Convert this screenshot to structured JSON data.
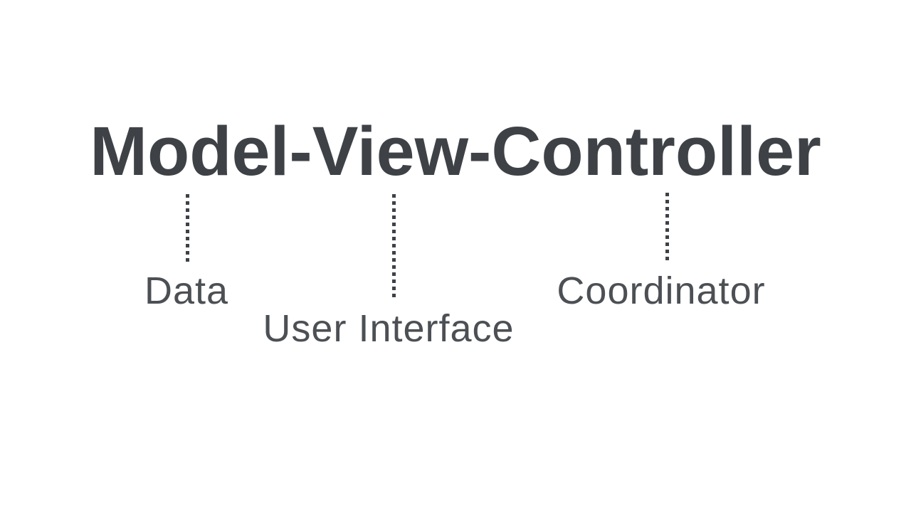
{
  "diagram": {
    "title": "Model-View-Controller",
    "colors": {
      "background": "#ffffff",
      "title": "#3e4247",
      "connector": "#3e4247",
      "label": "#4c5054"
    },
    "nodes": [
      {
        "term": "Model",
        "label": "Data"
      },
      {
        "term": "View",
        "label": "User Interface"
      },
      {
        "term": "Controller",
        "label": "Coordinator"
      }
    ]
  }
}
